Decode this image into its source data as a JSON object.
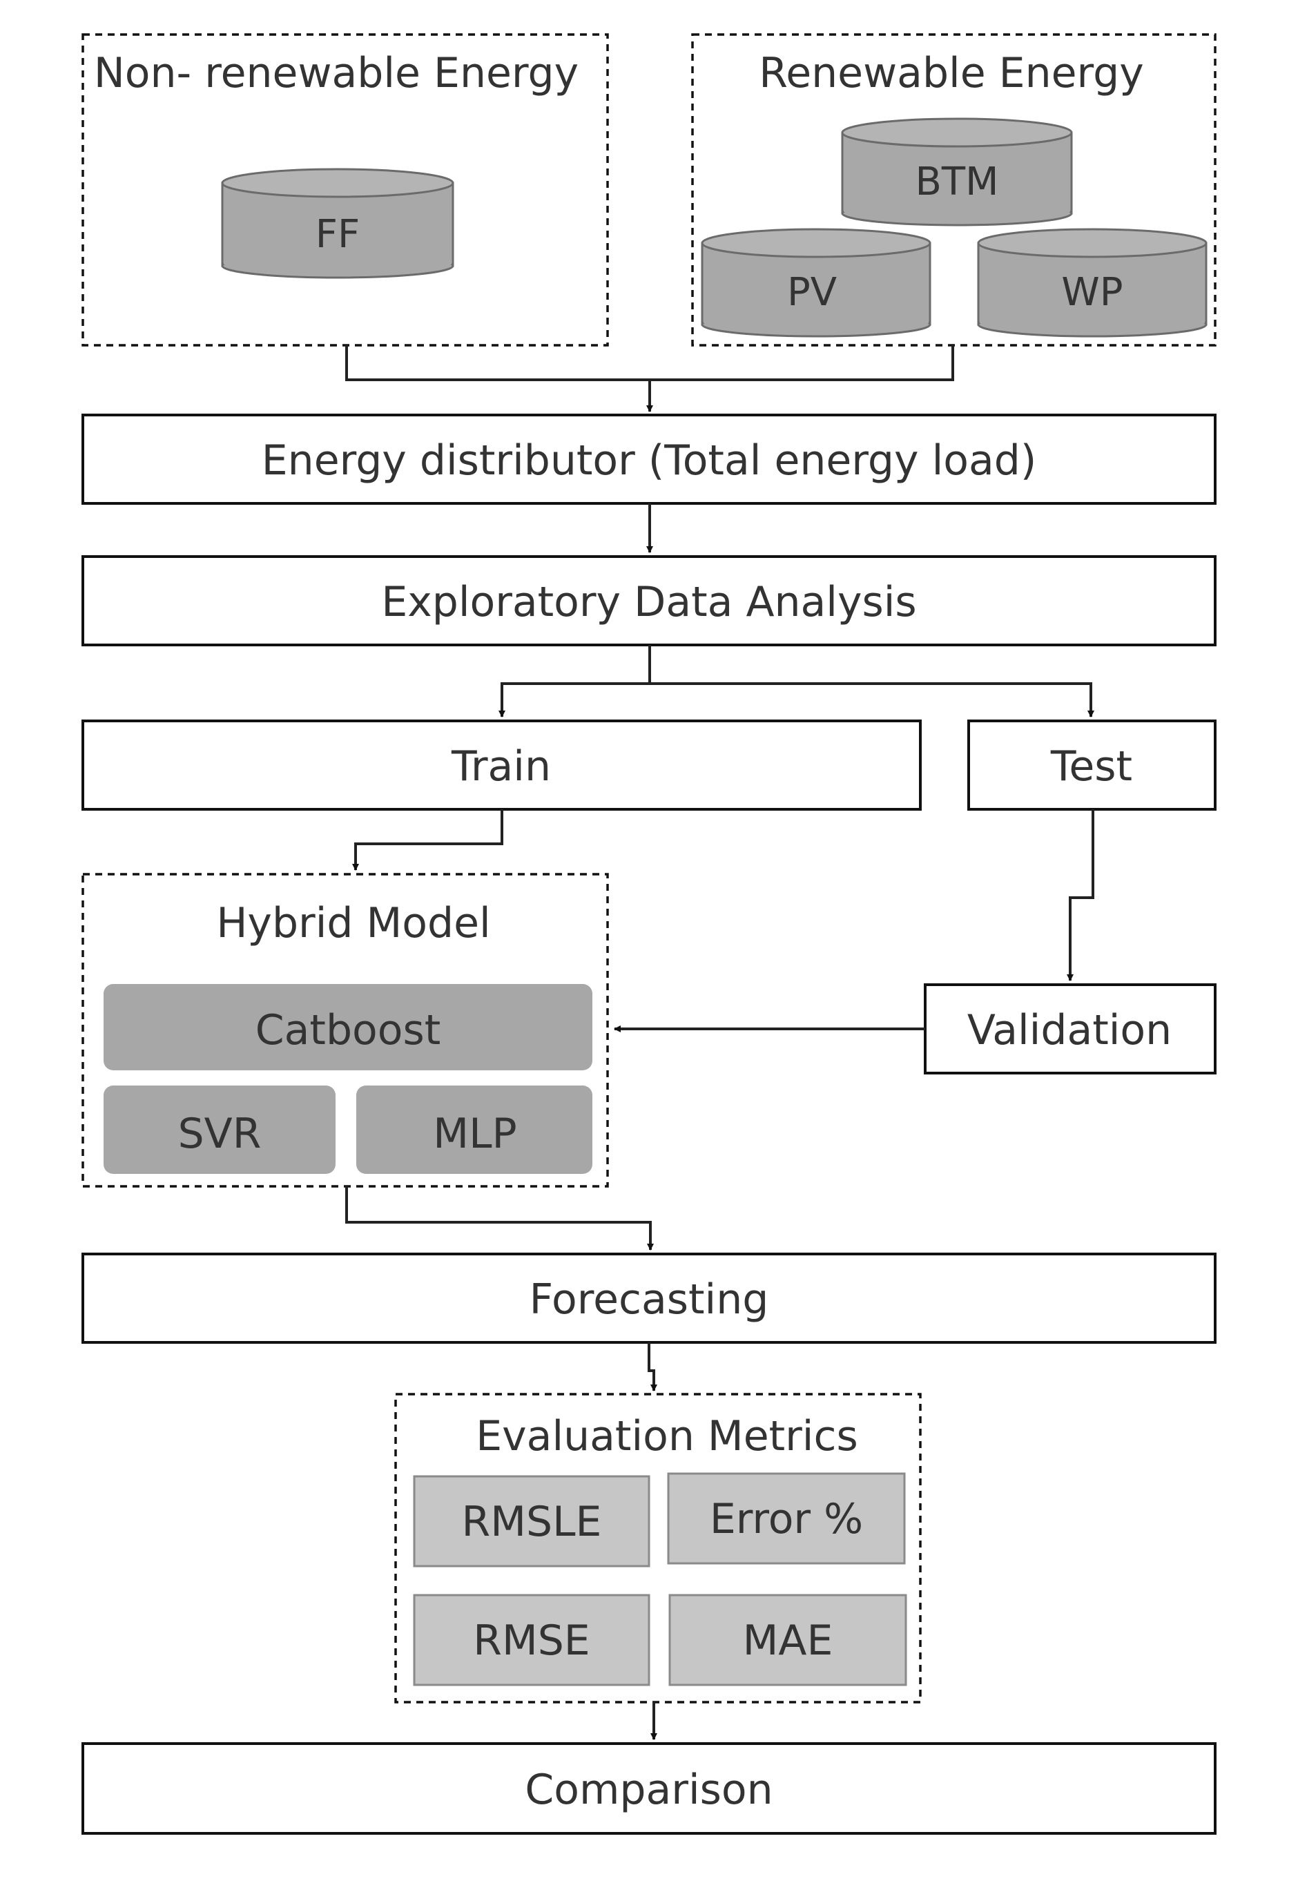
{
  "sources": {
    "non_renewable": {
      "title": "Non- renewable Energy",
      "items": [
        "FF"
      ]
    },
    "renewable": {
      "title": "Renewable Energy",
      "items": [
        "BTM",
        "PV",
        "WP"
      ]
    }
  },
  "stages": {
    "distributor": "Energy distributor (Total energy load)",
    "eda": "Exploratory Data Analysis",
    "train": "Train",
    "test": "Test",
    "validation": "Validation",
    "forecasting": "Forecasting",
    "comparison": "Comparison"
  },
  "hybrid_model": {
    "title": "Hybrid Model",
    "components": [
      "Catboost",
      "SVR",
      "MLP"
    ]
  },
  "evaluation_metrics": {
    "title": "Evaluation Metrics",
    "metrics": [
      "RMSLE",
      "Error %",
      "RMSE",
      "MAE"
    ]
  },
  "colors": {
    "stroke": "#111111",
    "cylinder_fill": "#a8a8a8",
    "model_block_fill": "#a7a7a7",
    "metric_fill": "#c6c6c6",
    "text": "#333333"
  }
}
